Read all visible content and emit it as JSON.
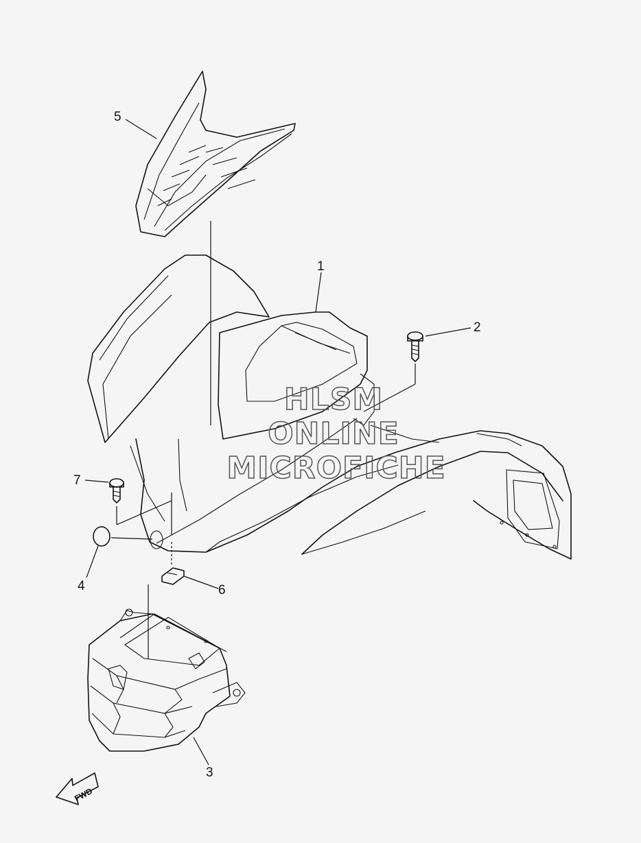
{
  "callouts": {
    "c1": "1",
    "c2": "2",
    "c3": "3",
    "c4": "4",
    "c5": "5",
    "c6": "6",
    "c7": "7"
  },
  "watermark": {
    "line1": "HLSM",
    "line2": "ONLINE",
    "line3": "MICROFICHE"
  },
  "fwd_label": "FWD"
}
